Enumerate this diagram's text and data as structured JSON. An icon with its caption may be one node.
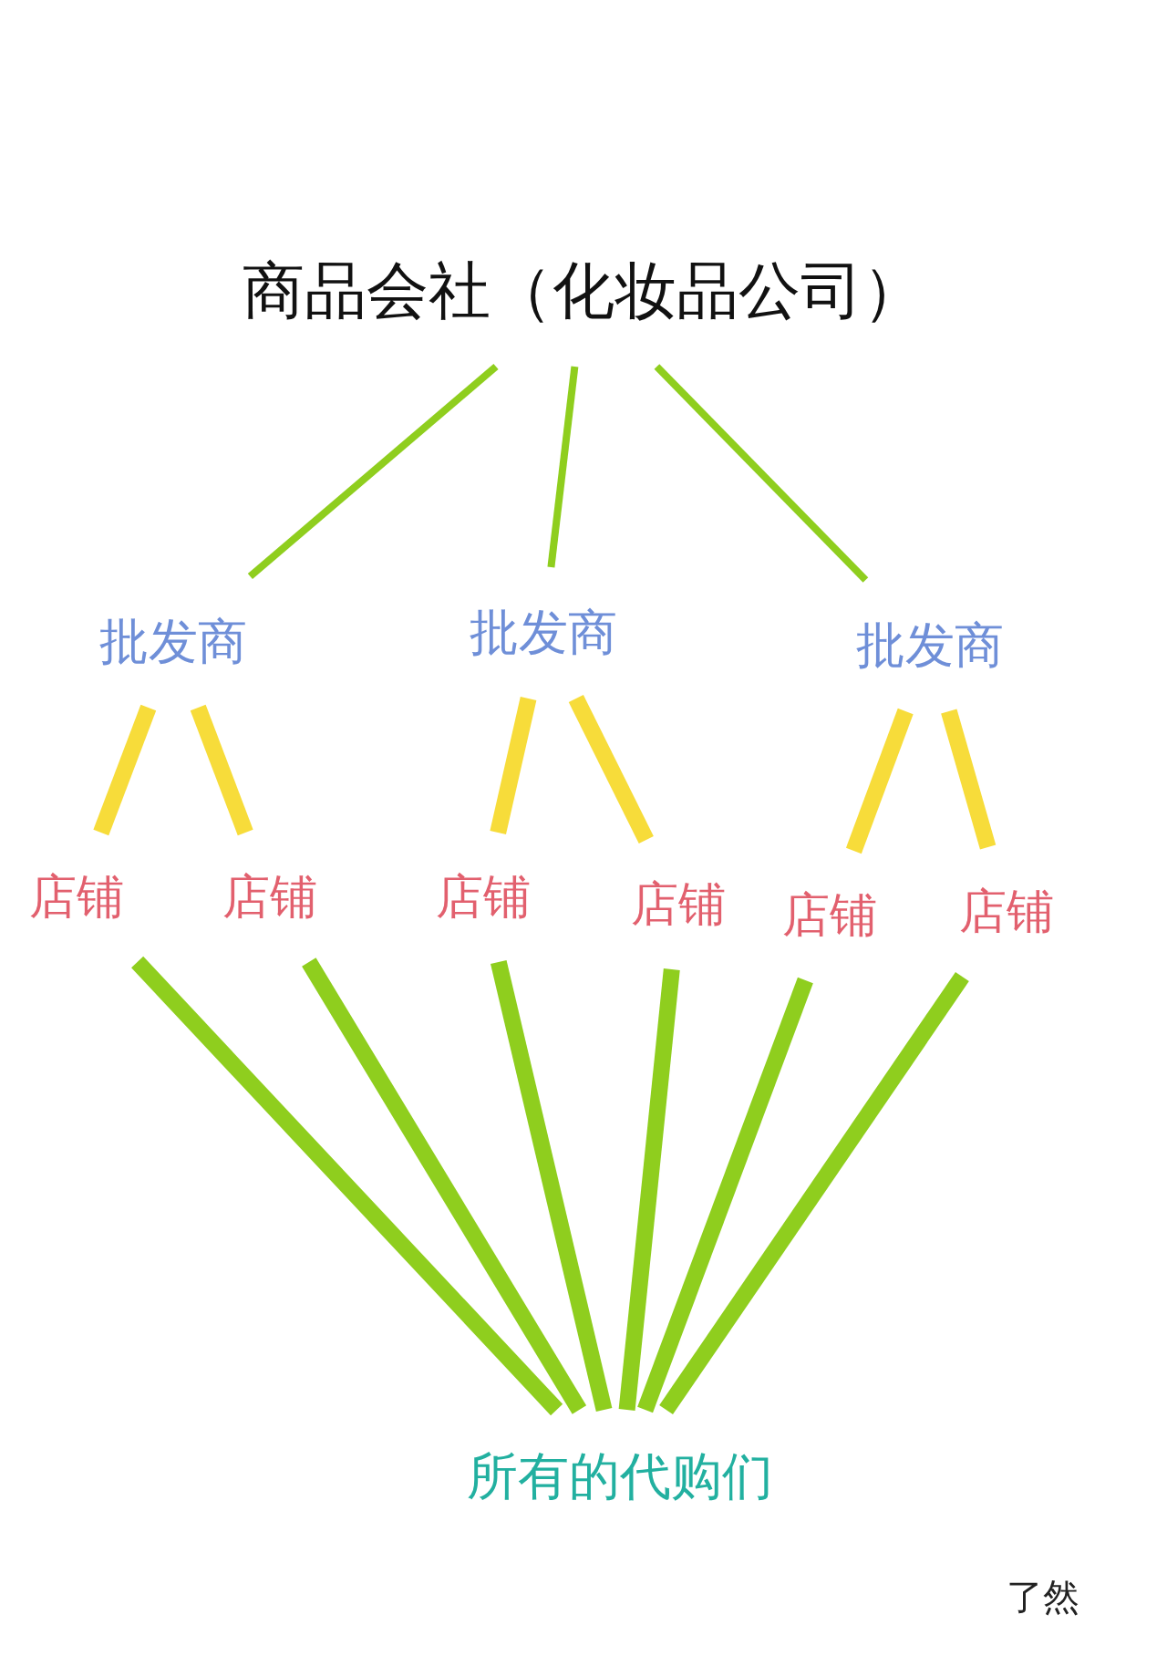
{
  "diagram": {
    "nodes": [
      {
        "text": [
          "商品会社（化妆品公司）"
        ]
      },
      {
        "text": [
          "批发商"
        ]
      },
      {
        "text": [
          "批发商"
        ]
      },
      {
        "text": [
          "批发商"
        ]
      },
      {
        "text": [
          "店铺"
        ]
      },
      {
        "text": [
          "店铺"
        ]
      },
      {
        "text": [
          "店铺"
        ]
      },
      {
        "text": [
          "店铺"
        ]
      },
      {
        "text": [
          "店铺"
        ]
      },
      {
        "text": [
          "店铺"
        ]
      },
      {
        "text": [
          "所有的代购们"
        ]
      }
    ],
    "edges": [
      {
        "from": 0,
        "to": 1,
        "arrow": "none"
      },
      {
        "from": 0,
        "to": 2,
        "arrow": "none"
      },
      {
        "from": 0,
        "to": 3,
        "arrow": "none"
      },
      {
        "from": 1,
        "to": 4,
        "arrow": "none",
        "color": "#f7dc3a"
      },
      {
        "from": 1,
        "to": 5,
        "arrow": "none",
        "color": "#f7dc3a"
      },
      {
        "from": 2,
        "to": 6,
        "arrow": "none",
        "color": "#f7dc3a"
      },
      {
        "from": 2,
        "to": 7,
        "arrow": "none",
        "color": "#f7dc3a"
      },
      {
        "from": 3,
        "to": 8,
        "arrow": "none",
        "color": "#f7dc3a"
      },
      {
        "from": 3,
        "to": 9,
        "arrow": "none",
        "color": "#f7dc3a"
      },
      {
        "from": 4,
        "to": 10,
        "arrow": "none"
      },
      {
        "from": 5,
        "to": 10,
        "arrow": "none"
      },
      {
        "from": 6,
        "to": 10,
        "arrow": "none"
      },
      {
        "from": 7,
        "to": 10,
        "arrow": "none"
      },
      {
        "from": 8,
        "to": 10,
        "arrow": "none"
      },
      {
        "from": 9,
        "to": 10,
        "arrow": "none"
      }
    ],
    "labels": [
      "了然"
    ]
  }
}
